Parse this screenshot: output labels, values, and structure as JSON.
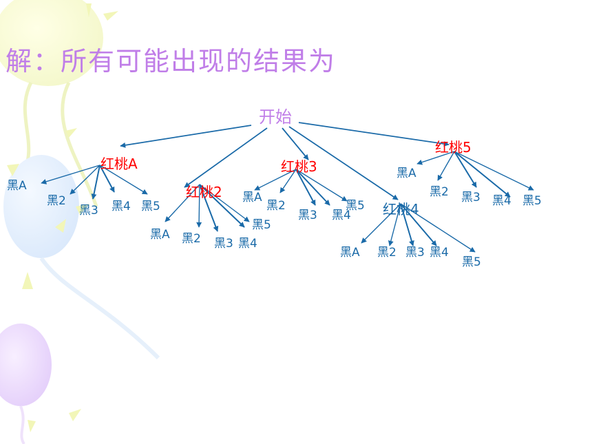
{
  "title": "解：所有可能出现的结果为",
  "colors": {
    "title": "#c07ee8",
    "root": "#c07ee8",
    "red": "#ff0000",
    "heart_prefix": "#cc0000",
    "leaf": "#1a6aa8",
    "edge": "#1a6aa8"
  },
  "tree": {
    "root": {
      "label": "开始"
    },
    "branches": [
      {
        "label": "红桃A",
        "prefix": "红桃",
        "suffix": "A",
        "suffix_color": "red",
        "children": [
          "黑A",
          "黑2",
          "黑3",
          "黑4",
          "黑5"
        ]
      },
      {
        "label": "红桃2",
        "prefix": "红桃",
        "suffix": "2",
        "suffix_color": "red",
        "children": [
          "黑A",
          "黑2",
          "黑3",
          "黑4",
          "黑5"
        ]
      },
      {
        "label": "红桃3",
        "prefix": "红桃",
        "suffix": "3",
        "suffix_color": "red",
        "children": [
          "黑A",
          "黑2",
          "黑3",
          "黑4",
          "黑5"
        ]
      },
      {
        "label": "红桃4",
        "prefix": "红桃",
        "suffix": "4",
        "suffix_color": "leaf",
        "children": [
          "黑A",
          "黑2",
          "黑3",
          "黑4",
          "黑5"
        ]
      },
      {
        "label": "红桃5",
        "prefix": "红桃",
        "suffix": "5",
        "suffix_color": "red",
        "children": [
          "黑A",
          "黑2",
          "黑3",
          "黑4",
          "黑5"
        ]
      }
    ]
  }
}
